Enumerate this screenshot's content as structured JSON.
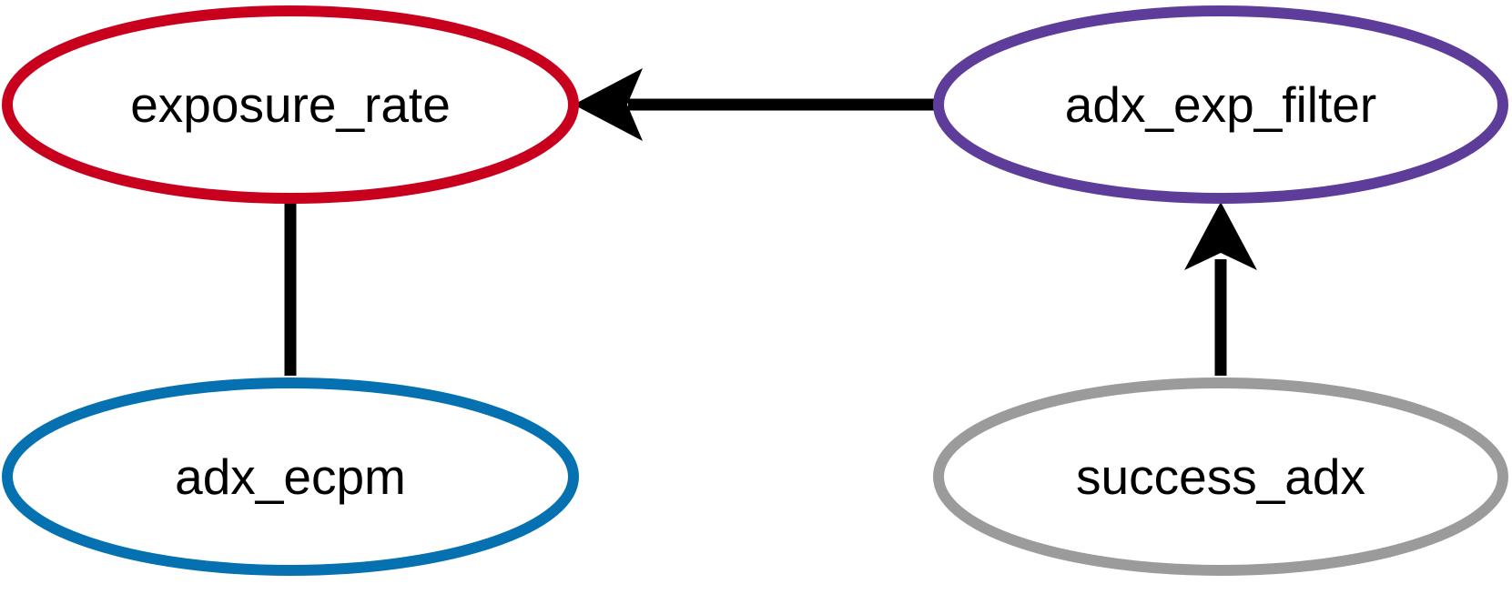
{
  "nodes": [
    {
      "id": "exposure_rate",
      "label": "exposure_rate",
      "color": "#c8001e"
    },
    {
      "id": "adx_exp_filter",
      "label": "adx_exp_filter",
      "color": "#5e3c99"
    },
    {
      "id": "adx_ecpm",
      "label": "adx_ecpm",
      "color": "#0571b0"
    },
    {
      "id": "success_adx",
      "label": "success_adx",
      "color": "#9b9b9b"
    }
  ],
  "edges": [
    {
      "from": "adx_exp_filter",
      "to": "exposure_rate",
      "directed": true
    },
    {
      "from": "success_adx",
      "to": "adx_exp_filter",
      "directed": true
    },
    {
      "from": "adx_ecpm",
      "to": "exposure_rate",
      "directed": false
    }
  ],
  "edge_color": "#000000"
}
